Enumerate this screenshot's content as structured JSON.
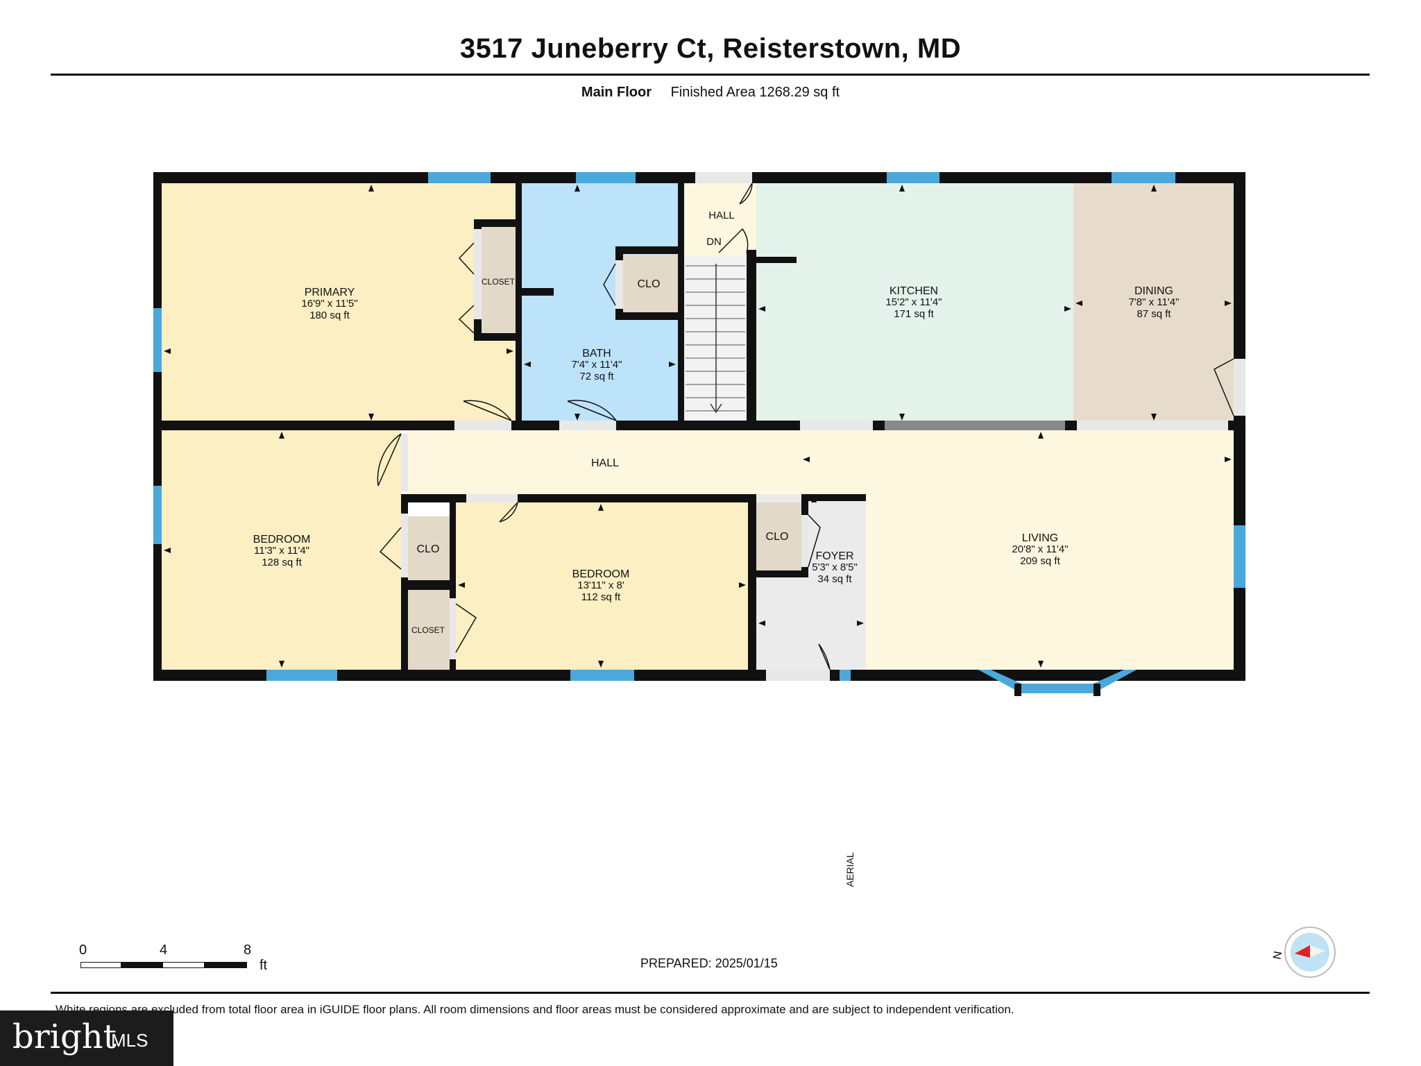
{
  "header": {
    "title": "3517 Juneberry Ct, Reisterstown, MD",
    "floor": "Main Floor",
    "area": "Finished Area 1268.29 sq ft"
  },
  "rooms": {
    "primary": {
      "name": "PRIMARY",
      "dims": "16'9\" x 11'5\"",
      "area": "180 sq ft"
    },
    "primary_closet": {
      "name": "CLOSET"
    },
    "bath": {
      "name": "BATH",
      "dims": "7'4\" x 11'4\"",
      "area": "72 sq ft"
    },
    "bath_clo": {
      "name": "CLO"
    },
    "hall_top": {
      "name": "HALL"
    },
    "stairs": {
      "name": "DN"
    },
    "kitchen": {
      "name": "KITCHEN",
      "dims": "15'2\" x 11'4\"",
      "area": "171 sq ft"
    },
    "dining": {
      "name": "DINING",
      "dims": "7'8\" x 11'4\"",
      "area": "87 sq ft"
    },
    "hall": {
      "name": "HALL"
    },
    "bedroom1": {
      "name": "BEDROOM",
      "dims": "11'3\" x 11'4\"",
      "area": "128 sq ft"
    },
    "bedroom1_clo": {
      "name": "CLO"
    },
    "bedroom1_closet": {
      "name": "CLOSET"
    },
    "bedroom2": {
      "name": "BEDROOM",
      "dims": "13'11\" x 8'",
      "area": "112 sq ft"
    },
    "foyer_clo": {
      "name": "CLO"
    },
    "foyer": {
      "name": "FOYER",
      "dims": "5'3\" x 8'5\"",
      "area": "34 sq ft"
    },
    "living": {
      "name": "LIVING",
      "dims": "20'8\" x 11'4\"",
      "area": "209 sq ft"
    }
  },
  "colors": {
    "primary": "#fbefc3",
    "bedroom": "#fbefc3",
    "bath": "#bde3fb",
    "kitchen": "#e3f2ea",
    "dining": "#e7dccc",
    "hall": "#fdf7e0",
    "living": "#fdf7e0",
    "foyer": "#ebebeb",
    "closet": "#e3d9c8",
    "window": "#4aa8db",
    "wall": "#111111"
  },
  "aerial_label": "AERIAL",
  "scale": {
    "ticks": [
      "0",
      "4",
      "8"
    ],
    "unit": "ft"
  },
  "prepared": "PREPARED: 2025/01/15",
  "disclaimer": "White regions are excluded from total floor area in iGUIDE floor plans. All room dimensions and floor areas must be considered approximate and are subject to independent verification.",
  "compass_label": "N",
  "logo": {
    "brand": "bright",
    "suffix": "MLS"
  }
}
